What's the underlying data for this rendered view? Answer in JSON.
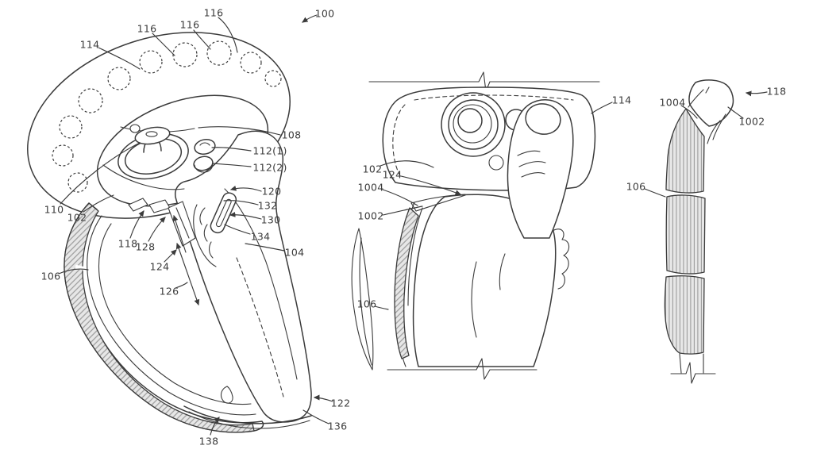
{
  "labels": {
    "left_100": "100",
    "left_116_a": "116",
    "left_116_b": "116",
    "left_116_c": "116",
    "left_114": "114",
    "left_108": "108",
    "left_112_1": "112(1)",
    "left_112_2": "112(2)",
    "left_120": "120",
    "left_132": "132",
    "left_130": "130",
    "left_134": "134",
    "left_104": "104",
    "left_110": "110",
    "left_102": "102",
    "left_118": "118",
    "left_128": "128",
    "left_124": "124",
    "left_126": "126",
    "left_106": "106",
    "left_122": "122",
    "left_136": "136",
    "left_138": "138",
    "mid_114": "114",
    "mid_102": "102",
    "mid_124": "124",
    "mid_1004": "1004",
    "mid_1002": "1002",
    "mid_106": "106",
    "right_118": "118",
    "right_1004": "1004",
    "right_1002": "1002",
    "right_106": "106"
  },
  "colors": {
    "line": "#3b3b3b",
    "hatch_fill": "#e7e7e7",
    "hatch_line": "#9b9b9b",
    "bg": "#ffffff",
    "label_text": "#3b3b3b"
  }
}
